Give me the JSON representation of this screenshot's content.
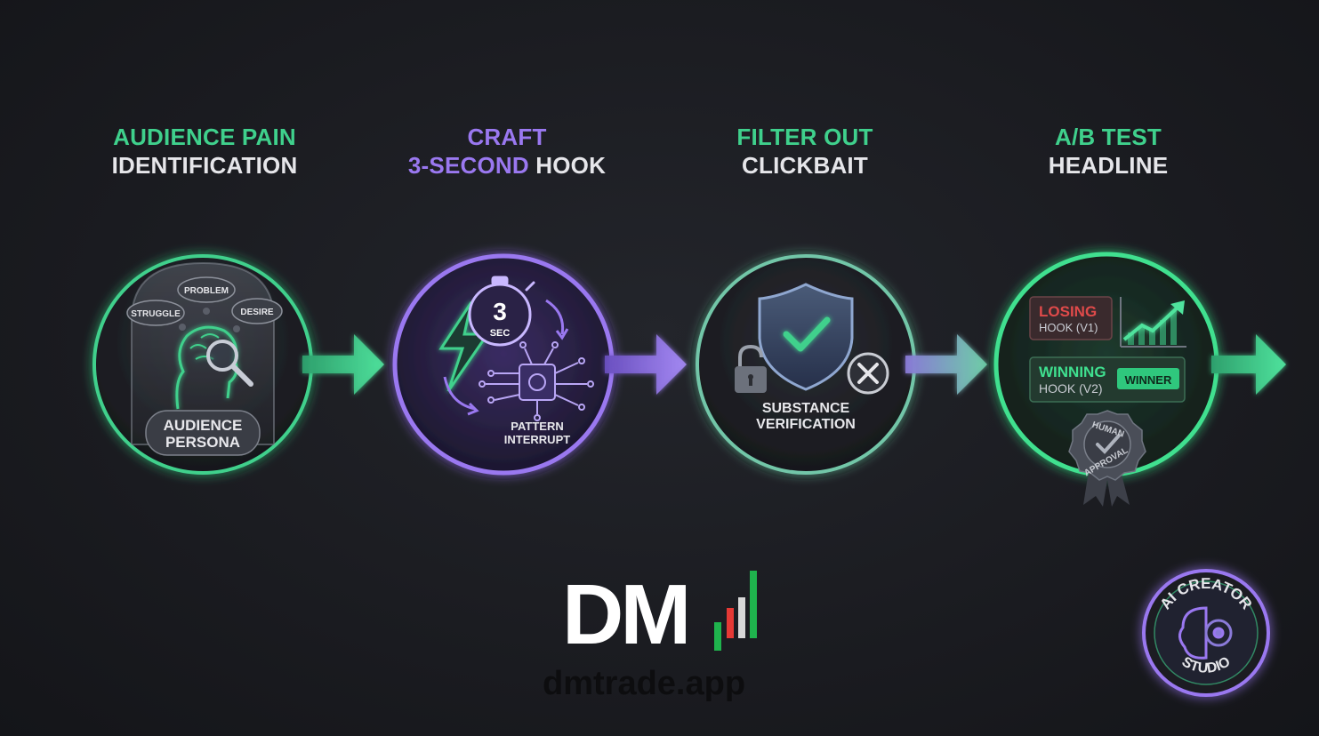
{
  "steps": [
    {
      "title_line1": "AUDIENCE PAIN",
      "title_line2": "IDENTIFICATION",
      "title_line1_color": "#3fd08c",
      "title_line2_color": "#e6e6ea"
    },
    {
      "title_line1": "CRAFT",
      "title_line2_accent": "3-SECOND",
      "title_line2_rest": " HOOK",
      "title_line1_color": "#9a78f0"
    },
    {
      "title_line1": "FILTER OUT",
      "title_line2": "CLICKBAIT",
      "title_line1_color": "#3fd08c",
      "title_line2_color": "#e6e6ea"
    },
    {
      "title_line1": "A/B TEST",
      "title_line2": "HEADLINE",
      "title_line1_color": "#3fd08c",
      "title_line2_color": "#e6e6ea"
    }
  ],
  "step1": {
    "bubbles": [
      "STRUGGLE",
      "PROBLEM",
      "DESIRE"
    ],
    "persona_line1": "AUDIENCE",
    "persona_line2": "PERSONA",
    "icons": [
      "brain-head-icon",
      "magnifier-icon",
      "thought-bubble-icon"
    ]
  },
  "step2": {
    "timer_value": "3",
    "timer_unit": "SEC",
    "label_line1": "PATTERN",
    "label_line2": "INTERRUPT",
    "icons": [
      "lightning-bolt-icon",
      "stopwatch-icon",
      "circuit-chip-icon",
      "curved-arrow-icon"
    ]
  },
  "step3": {
    "label_line1": "SUBSTANCE",
    "label_line2": "VERIFICATION",
    "icons": [
      "shield-check-icon",
      "padlock-icon",
      "x-circle-icon"
    ]
  },
  "step4": {
    "losing_line1": "LOSING",
    "losing_line2": "HOOK (V1)",
    "winning_line1": "WINNING",
    "winning_line2": "HOOK (V2)",
    "winner_badge": "WINNER",
    "seal_line1": "HUMAN",
    "seal_line2": "APPROVAL",
    "icons": [
      "growth-chart-icon",
      "approval-seal-icon"
    ]
  },
  "brand": {
    "logo_text": "DM",
    "url": "dmtrade.app",
    "studio_line1": "AI CREATOR",
    "studio_line2": "STUDIO"
  },
  "colors": {
    "green": "#3fd08c",
    "violet": "#9a78f0",
    "red": "#e04a4a",
    "background": "#1b1c21"
  }
}
